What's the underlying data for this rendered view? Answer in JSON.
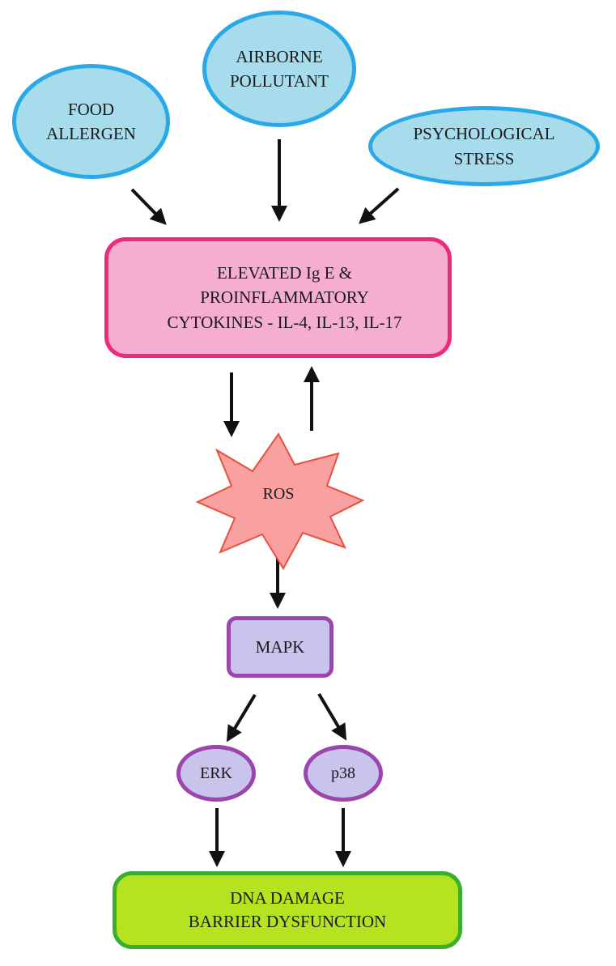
{
  "diagram": {
    "food_allergen": "FOOD\nALLERGEN",
    "airborne_pollutant": "AIRBORNE\nPOLLUTANT",
    "psychological_stress": "PSYCHOLOGICAL\nSTRESS",
    "elevated": "ELEVATED Ig E &\nPROINFLAMMATORY\nCYTOKINES - IL-4, IL-13, IL-17",
    "ros": "ROS",
    "mapk": "MAPK",
    "erk": "ERK",
    "p38": "p38",
    "dna_damage": "DNA DAMAGE\nBARRIER DYSFUNCTION"
  },
  "colors": {
    "trigger_fill": "#a6dcec",
    "trigger_border": "#29a9e8",
    "elevated_fill": "#f6aed0",
    "elevated_border": "#ef2a7c",
    "ros_fill": "#f9a0a0",
    "ros_border": "#e8503c",
    "kinase_fill": "#c8c4ec",
    "kinase_border": "#9b45ad",
    "outcome_fill": "#b6e31f",
    "outcome_border": "#3cae2e",
    "arrow": "#111111"
  }
}
